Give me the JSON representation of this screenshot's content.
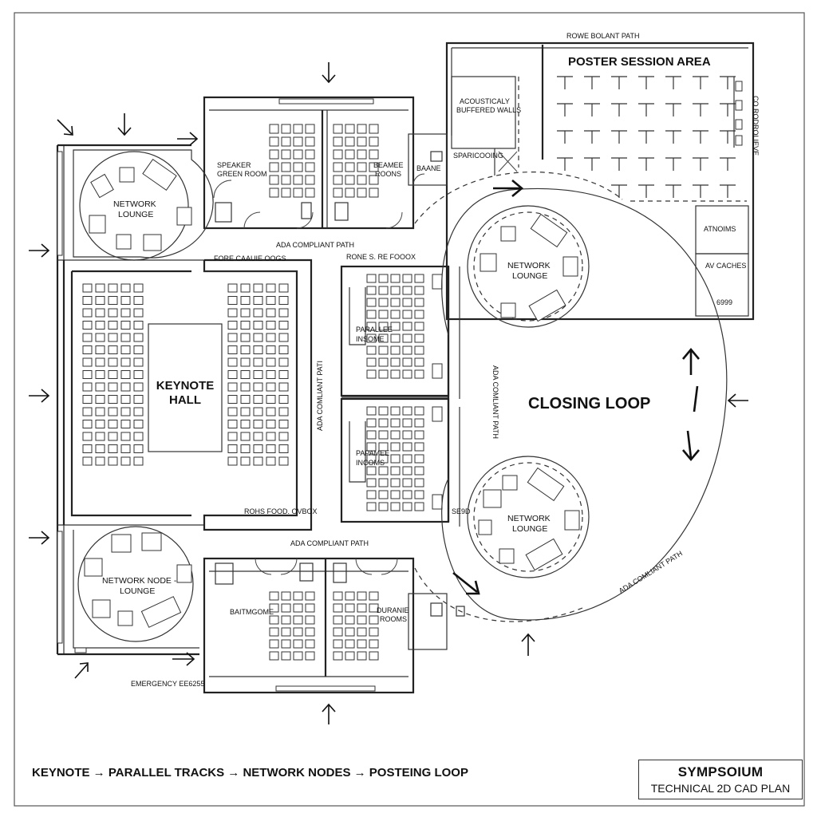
{
  "plan": {
    "title": "SYMPSOIUM",
    "subtitle": "TECHNICAL 2D CAD PLAN",
    "flow_caption": "KEYNOTE → PARALLEL TRACKS → NETWORK NODES → POSTEING LOOP"
  },
  "rooms": {
    "poster_session": "POSTER SESSION AREA",
    "route_top": "ROWE BOLANT PATH",
    "acoustic_1": "ACOUSTICALY",
    "acoustic_2": "BUFFERED WALLS",
    "sparking": "SPARICOOING",
    "bnane": "BAANE",
    "speaker_1": "SPEAKER",
    "speaker_2": "GREEN ROOM",
    "breakout_1": "BEAMEE",
    "breakout_2": "ROONS",
    "network_top_left_1": "NETWORK",
    "network_top_left_2": "LOUNGE",
    "network_right_top_1": "NETWORK",
    "network_right_top_2": "LOUNGE",
    "network_right_bottom_1": "NETWORK",
    "network_right_bottom_2": "LOUNGE",
    "network_node_1": "NETWORK NODE -",
    "network_node_2": "LOUNGE",
    "keynote_1": "KEYNOTE",
    "keynote_2": "HALL",
    "closing_loop": "CLOSING LOOP",
    "parallel_1": "PARALLEE",
    "parallel_2": "INSOME",
    "parallel_b1": "PAPAMEE",
    "parallel_b2": "INCOMS",
    "bathroom": "BAITMGOME",
    "bottom_rooms_1": "DURANIE",
    "bottom_rooms_2": "ROOMS",
    "atnoms": "ATNOIMS",
    "av_caches": "AV CACHES",
    "ada_top": "ADA COMPLIANT PATH",
    "ada_bottom": "ADA COMPLIANT PATH",
    "ada_vertical_left": "ADA COMLIANT PATI",
    "ada_vertical_right": "ADA COMLIANT PATH",
    "ada_curve": "ADA COMLIANT PATH",
    "foyer_top_left": "FORE CAAUIE OOGS",
    "foyer_top_right": "RONE S. RE FOOOX",
    "foyer_bottom": "ROHS FOOD. OVBOX",
    "emergency": "EMERGENCY EE6255",
    "side_code": "CO RODROLIEVE",
    "code_6999": "6999",
    "seb": "SE9D"
  }
}
